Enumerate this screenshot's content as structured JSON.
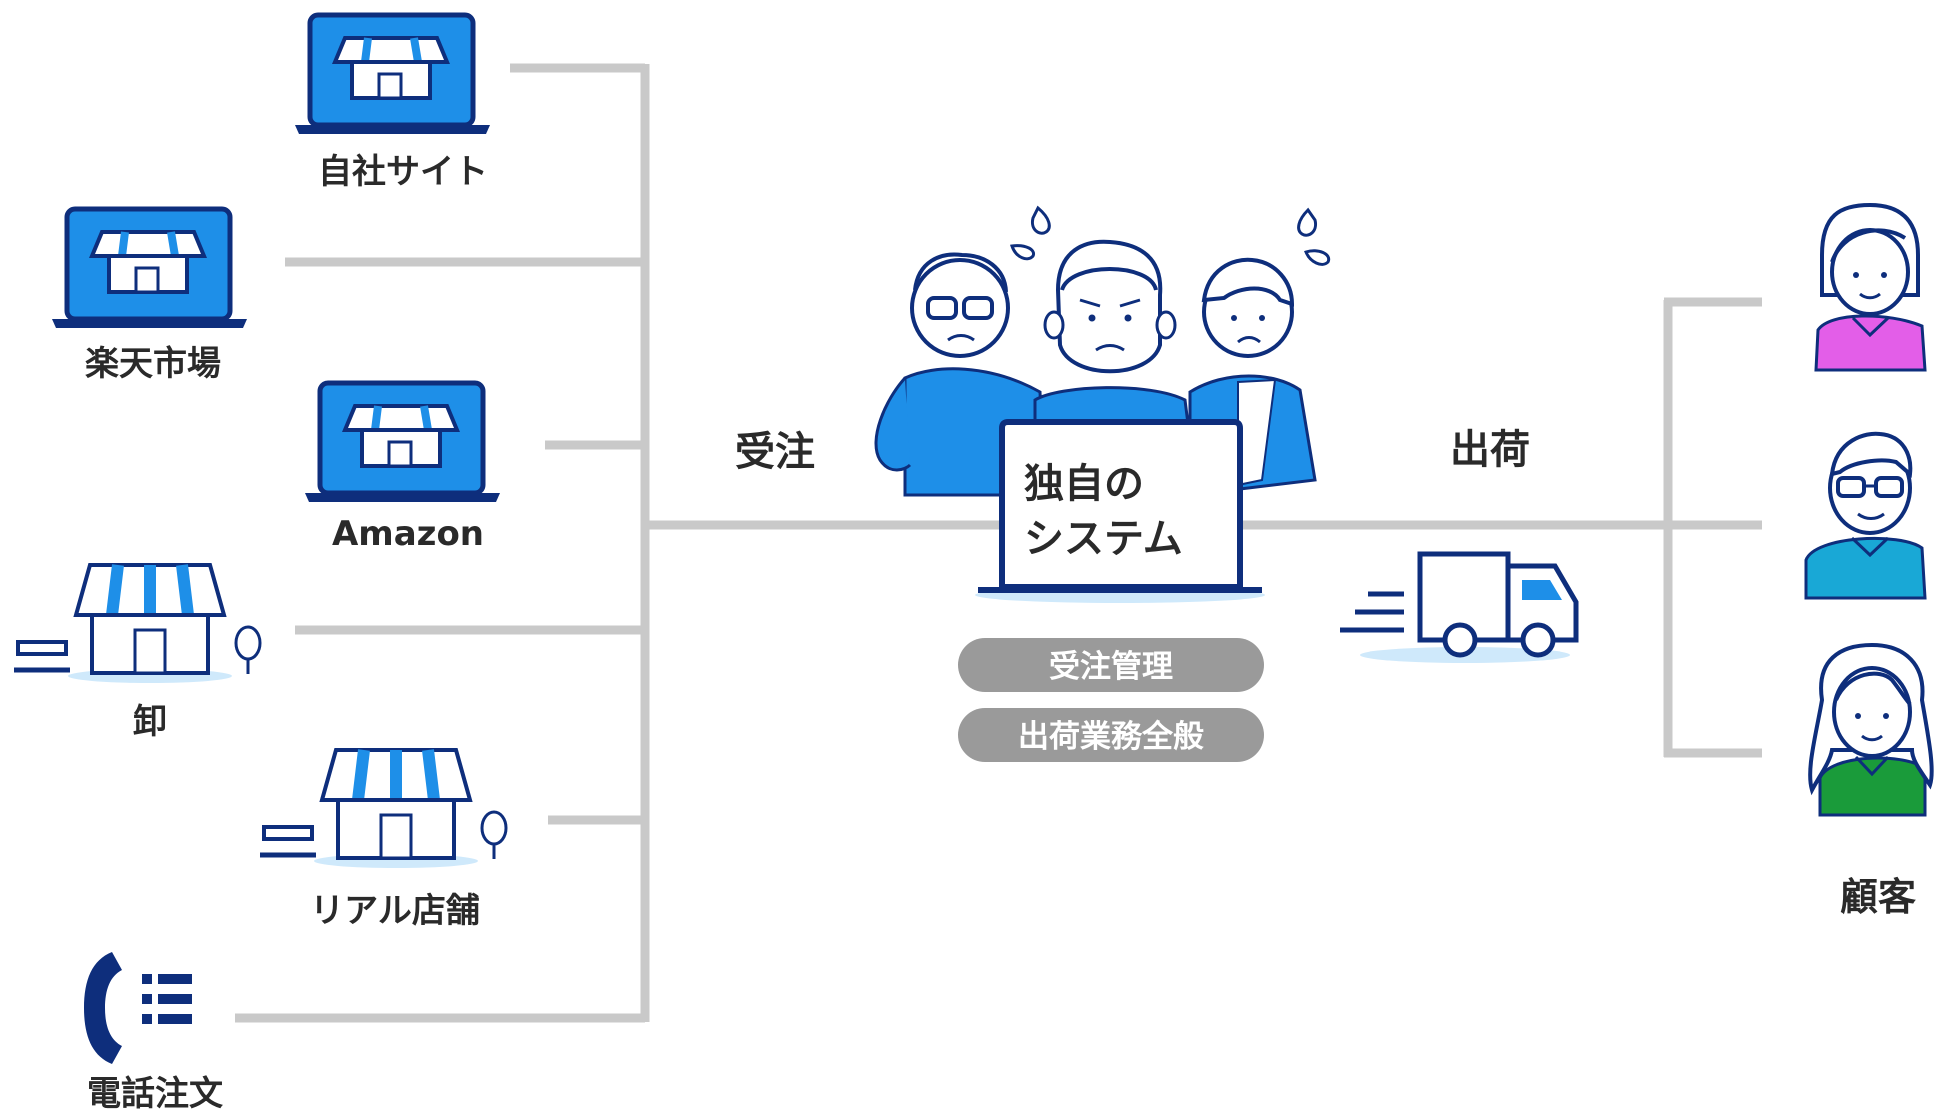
{
  "channels": {
    "own_site": "自社サイト",
    "rakuten": "楽天市場",
    "amazon": "Amazon",
    "wholesale": "卸",
    "real_store": "リアル店舗",
    "phone_order": "電話注文"
  },
  "flow": {
    "order_label": "受注",
    "shipping_label": "出荷"
  },
  "system": {
    "screen_line1": "独自の",
    "screen_line2": "システム",
    "badge1": "受注管理",
    "badge2": "出荷業務全般"
  },
  "customers": {
    "label": "顧客"
  },
  "colors": {
    "brand_blue": "#1e8fe8",
    "navy": "#0e2e7c",
    "line_gray": "#c9c9c9",
    "badge_gray": "#9a9a9a",
    "customer1_shirt": "#e35ee8",
    "customer2_shirt": "#19a8d6",
    "customer3_shirt": "#1a9b3a"
  },
  "icons": [
    "laptop-store-icon",
    "store-icon",
    "phone-icon",
    "truck-icon",
    "worried-staff-icon",
    "customer-icon"
  ]
}
